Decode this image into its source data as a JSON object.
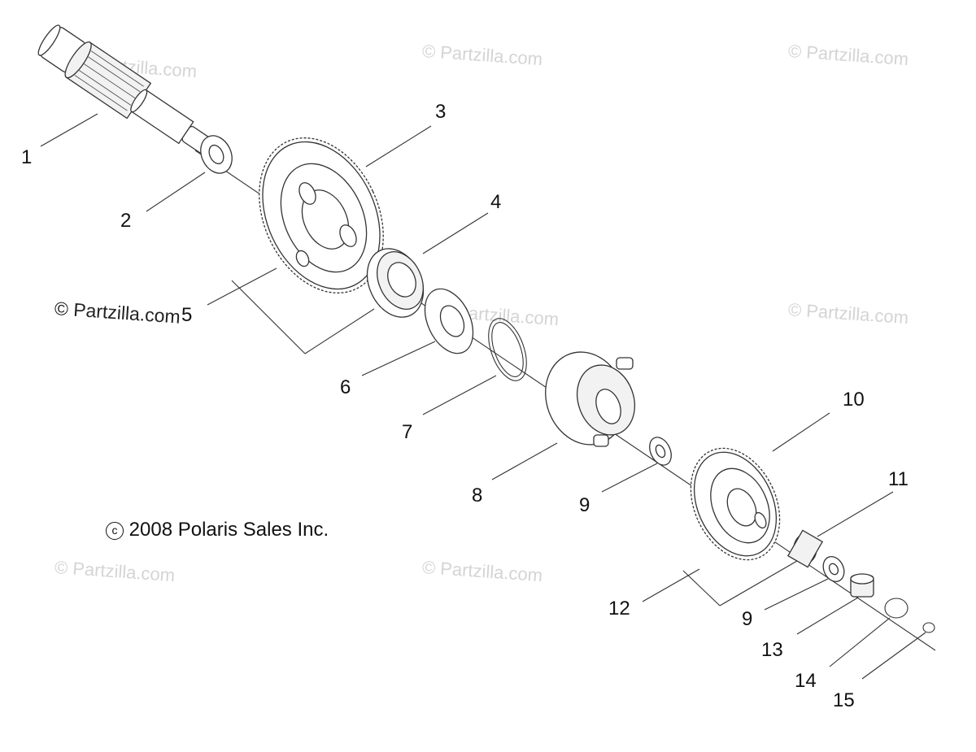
{
  "diagram": {
    "copyright_symbol": "c",
    "copyright_text": "2008 Polaris Sales Inc.",
    "watermarks": [
      "© Partzilla.com",
      "© Partzilla.com",
      "© Partzilla.com",
      "© Partzilla.com",
      "© Partzilla.com",
      "© Partzilla.com",
      "© Partzilla.com",
      "© Partzilla.com"
    ],
    "callouts": [
      "1",
      "2",
      "3",
      "4",
      "5",
      "6",
      "7",
      "8",
      "9",
      "10",
      "11",
      "12",
      "9",
      "13",
      "14",
      "15"
    ]
  },
  "colors": {
    "line": "#333333",
    "watermark": "#d4d4d4"
  }
}
